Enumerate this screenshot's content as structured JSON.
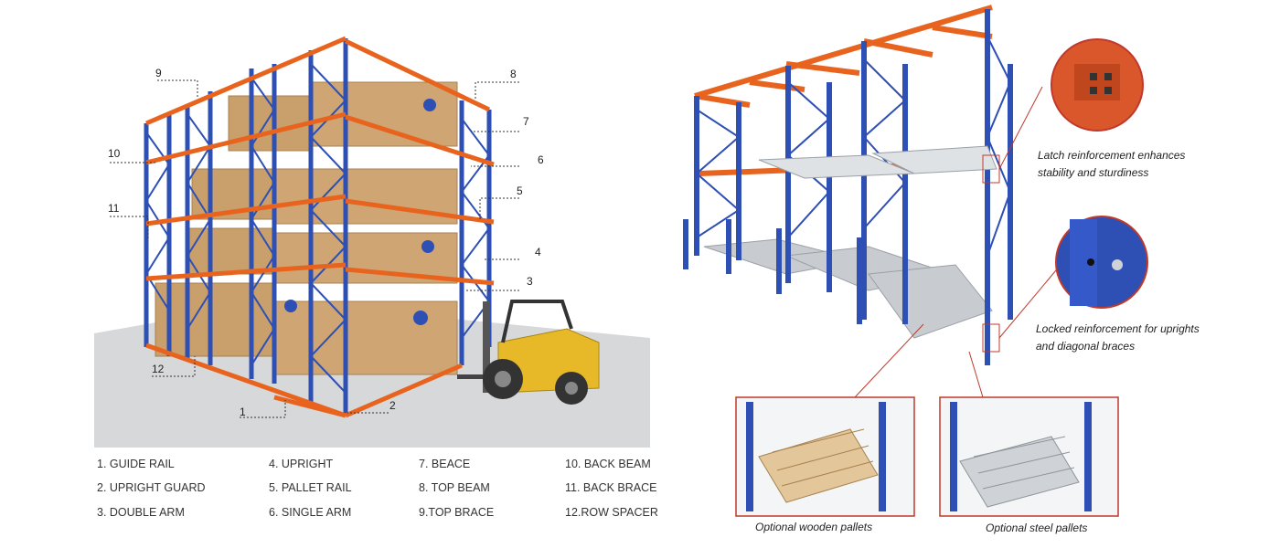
{
  "callout_numbers": [
    "1",
    "2",
    "3",
    "4",
    "5",
    "6",
    "7",
    "8",
    "9",
    "10",
    "11",
    "12"
  ],
  "legend": [
    {
      "text": "1. GUIDE RAIL"
    },
    {
      "text": "2.  UPRIGHT GUARD"
    },
    {
      "text": "3. DOUBLE ARM"
    },
    {
      "text": "4.  UPRIGHT"
    },
    {
      "text": "5. PALLET RAIL"
    },
    {
      "text": "6. SINGLE ARM"
    },
    {
      "text": "7. BEACE"
    },
    {
      "text": "8. TOP BEAM"
    },
    {
      "text": "9.TOP BRACE"
    },
    {
      "text": "10. BACK BEAM"
    },
    {
      "text": "11. BACK BRACE"
    },
    {
      "text": "12.ROW SPACER"
    }
  ],
  "detail_captions": {
    "latch_line1": "Latch reinforcement enhances",
    "latch_line2": "stability and sturdiness",
    "locked_line1": "Locked reinforcement for uprights",
    "locked_line2": "and diagonal braces"
  },
  "pallet_captions": {
    "wooden": "Optional wooden pallets",
    "steel": "Optional steel pallets"
  },
  "colors": {
    "upright_blue": "#2e4fb3",
    "beam_orange": "#e8641e",
    "box_kraft": "#c9a06c",
    "forklift_yellow": "#e7b928",
    "callout_red": "#c0392b",
    "floor_grey": "#d6d8da"
  }
}
